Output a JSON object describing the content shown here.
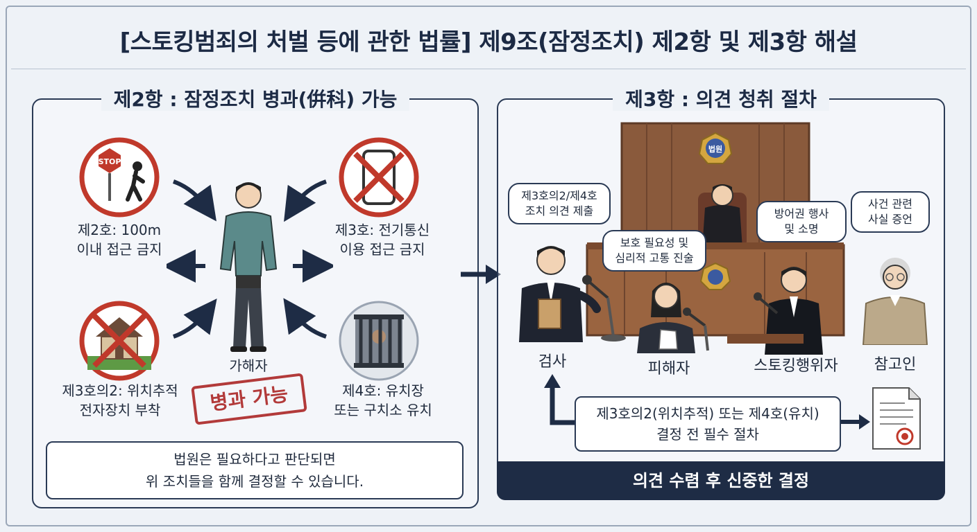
{
  "title": "[스토킹범죄의 처벌 등에 관한 법률] 제9조(잠정조치) 제2항 및 제3항 해설",
  "left_panel": {
    "title": "제2항 : 잠정조치 병과(倂科) 가능",
    "center_label": "가해자",
    "stamp": "병과 가능",
    "measures": [
      {
        "label_line1": "제2호: 100m",
        "label_line2": "이내 접근 금지",
        "icon": "stop-walking-icon"
      },
      {
        "label_line1": "제3호: 전기통신",
        "label_line2": "이용 접근 금지",
        "icon": "phone-prohibited-icon"
      },
      {
        "label_line1": "제3호의2: 위치추적",
        "label_line2": "전자장치 부착",
        "icon": "house-prohibited-icon"
      },
      {
        "label_line1": "제4호: 유치장",
        "label_line2": "또는 구치소 유치",
        "icon": "jail-icon"
      }
    ],
    "note_line1": "법원은 필요하다고 판단되면",
    "note_line2": "위 조치들을 함께 결정할 수 있습니다."
  },
  "right_panel": {
    "title": "제3항 : 의견 청취 절차",
    "court_emblem_text": "법원",
    "people": [
      {
        "label": "검사",
        "bubble_line1": "제3호의2/제4호",
        "bubble_line2": "조치 의견 제출"
      },
      {
        "label": "피해자",
        "bubble_line1": "보호 필요성 및",
        "bubble_line2": "심리적 고통 진술"
      },
      {
        "label": "스토킹행위자",
        "bubble_line1": "방어권 행사",
        "bubble_line2": "및 소명"
      },
      {
        "label": "참고인",
        "bubble_line1": "사건 관련",
        "bubble_line2": "사실 증언"
      }
    ],
    "procedure_line1": "제3호의2(위치추적) 또는 제4호(유치)",
    "procedure_line2": "결정 전 필수 절차",
    "banner": "의견 수렴 후 신중한 결정"
  },
  "colors": {
    "navy": "#1e2c45",
    "red": "#c0392b",
    "stamp_red": "#b23a3a",
    "wood": "#8a5a3c"
  }
}
